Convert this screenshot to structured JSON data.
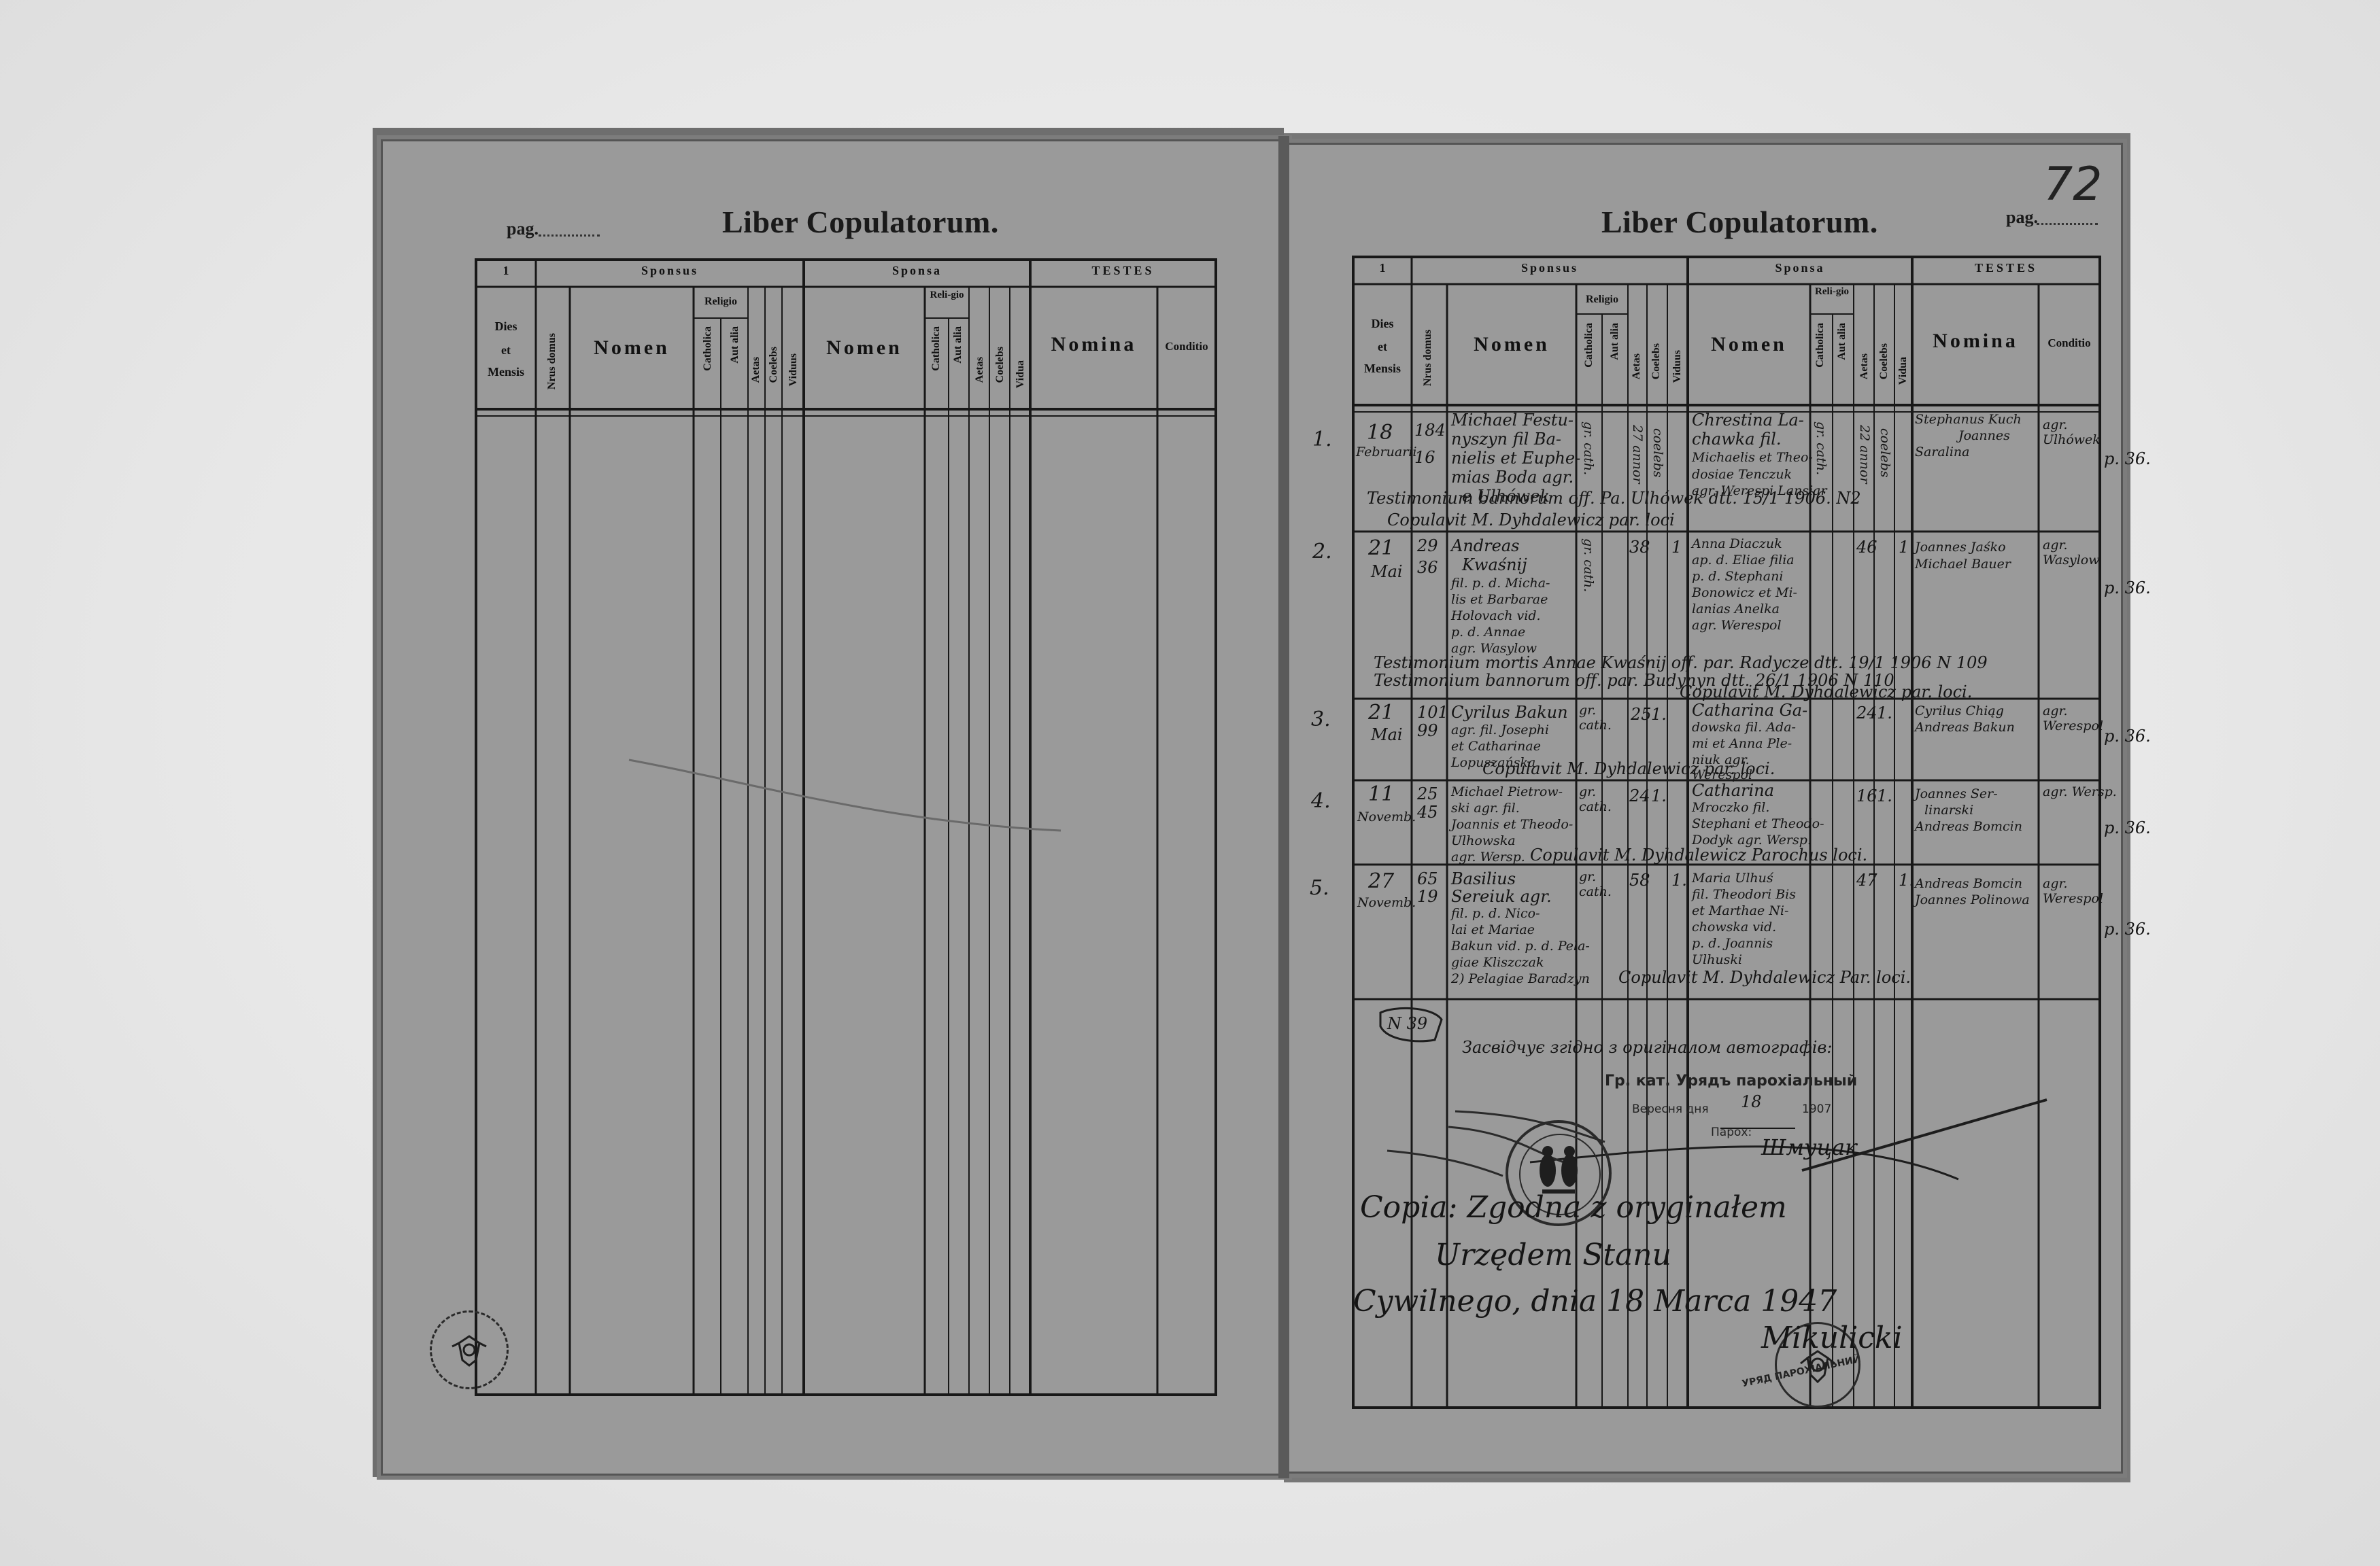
{
  "left_page": {
    "pag_label": "pag.",
    "title": "Liber Copulatorum.",
    "headers": {
      "col_1": "1",
      "sponsus": "Sponsus",
      "sponsa": "Sponsa",
      "testes": "TESTES",
      "dies_1": "Dies",
      "dies_2": "et",
      "dies_3": "Mensis",
      "nrus_domus": "Nrus domus",
      "nomen_1": "Nomen",
      "religio_1": "Religio",
      "catholica_1": "Catholica",
      "aut_alia_1": "Aut alia",
      "aetas_1": "Aetas",
      "coelebs_1": "Coelebs",
      "viduus": "Viduus",
      "nomen_2": "Nomen",
      "religio_2": "Reli-gio",
      "catholica_2": "Catholica",
      "aut_alia_2": "Aut alia",
      "aetas_2": "Aetas",
      "coelebs_2": "Coelebs",
      "vidua": "Vidua",
      "nomina": "Nomina",
      "conditio": "Conditio"
    }
  },
  "right_page": {
    "pag_label": "pag.",
    "page_number": "72",
    "title": "Liber Copulatorum.",
    "headers": {
      "col_1": "1",
      "sponsus": "Sponsus",
      "sponsa": "Sponsa",
      "testes": "TESTES",
      "dies_1": "Dies",
      "dies_2": "et",
      "dies_3": "Mensis",
      "nrus_domus": "Nrus domus",
      "nomen_1": "Nomen",
      "religio_1": "Religio",
      "catholica_1": "Catholica",
      "aut_alia_1": "Aut alia",
      "aetas_1": "Aetas",
      "coelebs_1": "Coelebs",
      "viduus": "Viduus",
      "nomen_2": "Nomen",
      "religio_2": "Reli-gio",
      "catholica_2": "Catholica",
      "aut_alia_2": "Aut alia",
      "aetas_2": "Aetas",
      "coelebs_2": "Coelebs",
      "vidua": "Vidua",
      "nomina": "Nomina",
      "conditio": "Conditio"
    },
    "entries": [
      {
        "index": "1.",
        "day": "18",
        "month": "Februarii",
        "house": "184",
        "house2": "16",
        "groom": [
          "Michael Festu-",
          "nyszyn fil Ba-",
          "nielis et Euphe-",
          "mias Boda agr.",
          "e Ulhówek"
        ],
        "groom_relig": "gr. cath.",
        "groom_age": "27 annor",
        "groom_status": "coelebs",
        "bride": [
          "Chrestina La-",
          "chawka fil.",
          "Michaelis et Theo-",
          "dosiae Tenczuk",
          "agr. Werespi Lansiar"
        ],
        "bride_relig": "gr. cath.",
        "bride_age": "22 annor",
        "bride_status": "coelebs",
        "witnesses": [
          "Stephanus Kuch",
          "Joannes",
          "Saralina"
        ],
        "condition": "agr. Ulhówek",
        "margin": "p. 36.",
        "note_1": "Testimonium bannorum off. Pa. Ulhówek dtt. 15/1 1906. N2",
        "note_2": "Copulavit M. Dyhdalewicz par. loci"
      },
      {
        "index": "2.",
        "day": "21",
        "month": "Mai",
        "house": "29",
        "house2": "36",
        "groom": [
          "Andreas",
          "Kwaśnij",
          "fil. p. d. Micha-",
          "lis et Barbarae",
          "Holovach vid.",
          "p. d. Annae",
          "agr. Wasylow"
        ],
        "groom_relig": "gr. cath.",
        "groom_age": "38",
        "groom_status": "1",
        "bride": [
          "Anna Diaczuk",
          "ap. d. Eliae filia",
          "p. d. Stephani",
          "Bonowicz et Mi-",
          "lanias Anelka",
          "agr. Werespol"
        ],
        "bride_age": "46",
        "bride_status": "1",
        "witnesses": [
          "Joannes Jaśko",
          "Michael Bauer"
        ],
        "condition": "agr. Wasylow",
        "margin": "p. 36.",
        "note_1": "Testimonium mortis Annae Kwaśnij off. par. Radycze dtt. 19/1 1906 N 109",
        "note_2": "Testimonium bannorum off. par. Budynyn dtt. 26/1 1906 N 110",
        "note_3": "Copulavit M. Dyhdalewicz par. loci."
      },
      {
        "index": "3.",
        "day": "21",
        "month": "Mai",
        "house": "101",
        "house2": "99",
        "groom": [
          "Cyrilus Bakun",
          "agr. fil. Josephi",
          "et Catharinae",
          "Lopuszańska"
        ],
        "groom_relig": "gr. cath.",
        "groom_age": "25",
        "groom_status": "1.",
        "bride": [
          "Catharina Ga-",
          "dowska fil. Ada-",
          "mi et Anna Ple-",
          "niuk agr.",
          "Werespol"
        ],
        "bride_age": "24",
        "bride_status": "1.",
        "witnesses": [
          "Cyrilus Chiąg",
          "Andreas Bakun"
        ],
        "condition": "agr. Werespol",
        "margin": "p. 36.",
        "note_1": "Copulavit M. Dyhdalewicz par. loci."
      },
      {
        "index": "4.",
        "day": "11",
        "month": "Novemb.",
        "house": "25",
        "house2": "45",
        "groom": [
          "Michael Pietrow-",
          "ski agr. fil.",
          "Joannis et Theodo-",
          "Ulhowska",
          "agr. Wersp."
        ],
        "groom_relig": "gr. cath.",
        "groom_age": "24",
        "groom_status": "1.",
        "bride": [
          "Catharina",
          "Mroczko fil.",
          "Stephani et Theodo-",
          "Dodyk agr. Wersp."
        ],
        "bride_age": "16",
        "bride_status": "1.",
        "witnesses": [
          "Joannes Ser-",
          "linarski",
          "Andreas Bomcin"
        ],
        "condition": "agr. Wersp.",
        "margin": "p. 36.",
        "note_1": "Copulavit M. Dyhdalewicz Parochus loci."
      },
      {
        "index": "5.",
        "day": "27",
        "month": "Novemb.",
        "house": "65",
        "house2": "19",
        "groom": [
          "Basilius",
          "Sereiuk agr.",
          "fil. p. d. Nico-",
          "lai et Mariae",
          "Bakun vid. p. d. Pela-",
          "giae Kliszczak",
          "2) Pelagiae Baradzyn"
        ],
        "groom_relig": "gr. cath.",
        "groom_age": "58",
        "groom_status": "1.",
        "bride": [
          "Maria Ulhuś",
          "fil. Theodori Bis",
          "et Marthae Ni-",
          "chowska vid.",
          "p. d. Joannis",
          "Ulhuski"
        ],
        "bride_age": "47",
        "bride_status": "1.",
        "witnesses": [
          "Andreas Bomcin",
          "Joannes Polinowa"
        ],
        "condition": "agr. Werespol",
        "margin": "p. 36.",
        "note_1": "Copulavit M. Dyhdalewicz Par. loci."
      }
    ],
    "footer": {
      "ref": "N 39",
      "cert_line": "Засвідчує згідно з оригіналом автографів:",
      "office": "Гр. кат. Урядъ парохіальный",
      "date_prefix": "Вересня дня",
      "date_day": "18",
      "date_year": "1907",
      "paroch_label": "Парох:",
      "signature": "Шмуцак",
      "copy_line_1": "Copia: Zgodna z oryginałem",
      "copy_line_2": "Urzędem Stanu",
      "copy_line_3": "Cywilnego, dnia 18 Marca 1947",
      "signature_2": "Mikulicki",
      "seal_lower_text": "УРЯД ПАРОХІАЛЬНИЙ"
    }
  }
}
